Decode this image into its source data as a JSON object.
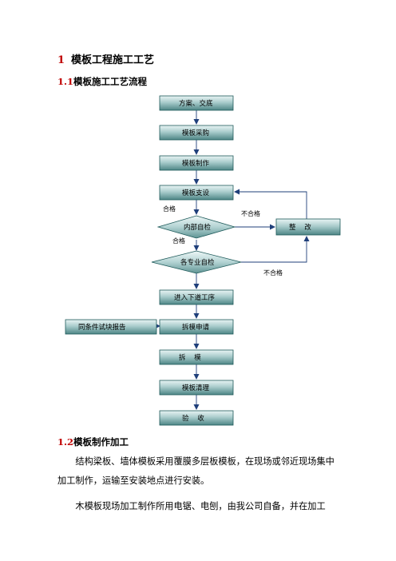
{
  "heading1": {
    "number": "1",
    "text": "模板工程施工工艺"
  },
  "heading2a": {
    "number": "1.1",
    "text": "模板施工工艺流程"
  },
  "flow": {
    "steps": [
      "方案、交底",
      "模板采购",
      "模板制作",
      "模板支设",
      "内部自检",
      "各专业自检",
      "进入下道工序",
      "拆模申请",
      "拆    模",
      "模板清理",
      "验    收"
    ],
    "rectify": "整    改",
    "test_report": "同条件试块报告",
    "labels": {
      "pass1": "合格",
      "pass2": "合格",
      "fail1": "不合格",
      "fail2": "不合格"
    }
  },
  "heading2b": {
    "number": "1.2",
    "text": "模板制作加工"
  },
  "paragraphs": [
    "结构梁板、墙体模板采用覆膜多层板模板，在现场或邻近现场集中加工制作，运输至安装地点进行安装。",
    "木模板现场加工制作所用电锯、电刨，由我公司自备，并在加工"
  ]
}
